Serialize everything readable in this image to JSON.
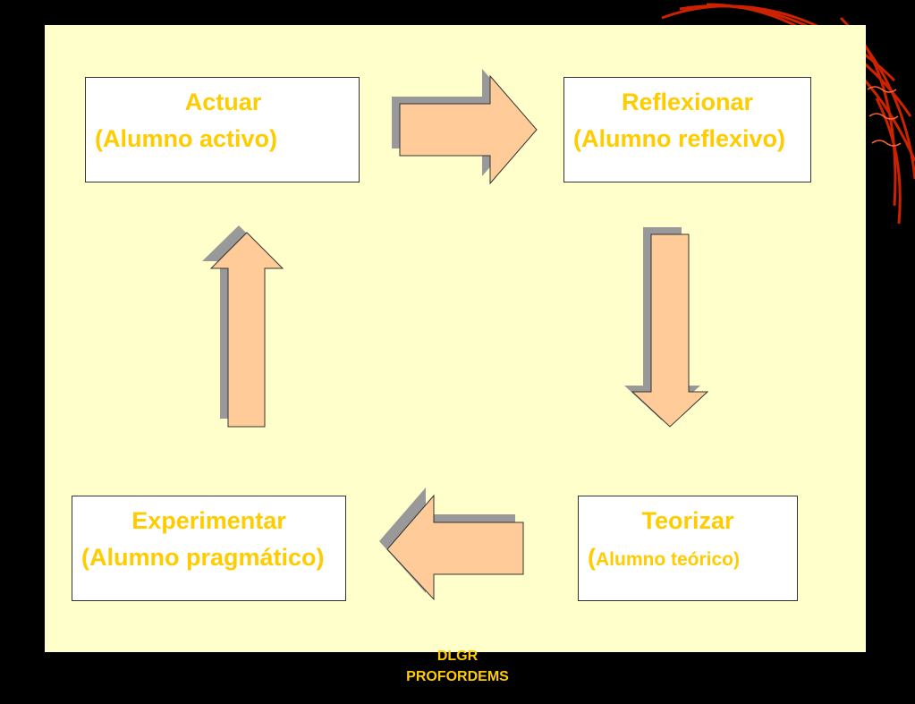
{
  "diagram": {
    "nodes": [
      {
        "id": "actuar",
        "title": "Actuar",
        "subtitle": "(Alumno activo)"
      },
      {
        "id": "reflexionar",
        "title": "Reflexionar",
        "subtitle": "(Alumno reflexivo)"
      },
      {
        "id": "teorizar",
        "title": "Teorizar",
        "subtitle_paren": "(",
        "subtitle_text": "Alumno teórico)"
      },
      {
        "id": "experimentar",
        "title": "Experimentar",
        "subtitle": "(Alumno pragmático)"
      }
    ],
    "edges": [
      {
        "from": "actuar",
        "to": "reflexionar",
        "direction": "right"
      },
      {
        "from": "reflexionar",
        "to": "teorizar",
        "direction": "down"
      },
      {
        "from": "teorizar",
        "to": "experimentar",
        "direction": "left"
      },
      {
        "from": "experimentar",
        "to": "actuar",
        "direction": "up"
      }
    ]
  },
  "footer": {
    "line1": "DLGR",
    "line2": "PROFORDEMS"
  },
  "colors": {
    "background": "#000000",
    "panel": "#FFFFCC",
    "text": "#FFCC00",
    "arrow_fill": "#FFCC99",
    "arrow_shadow": "#999999",
    "decoration": "#CC2200"
  }
}
